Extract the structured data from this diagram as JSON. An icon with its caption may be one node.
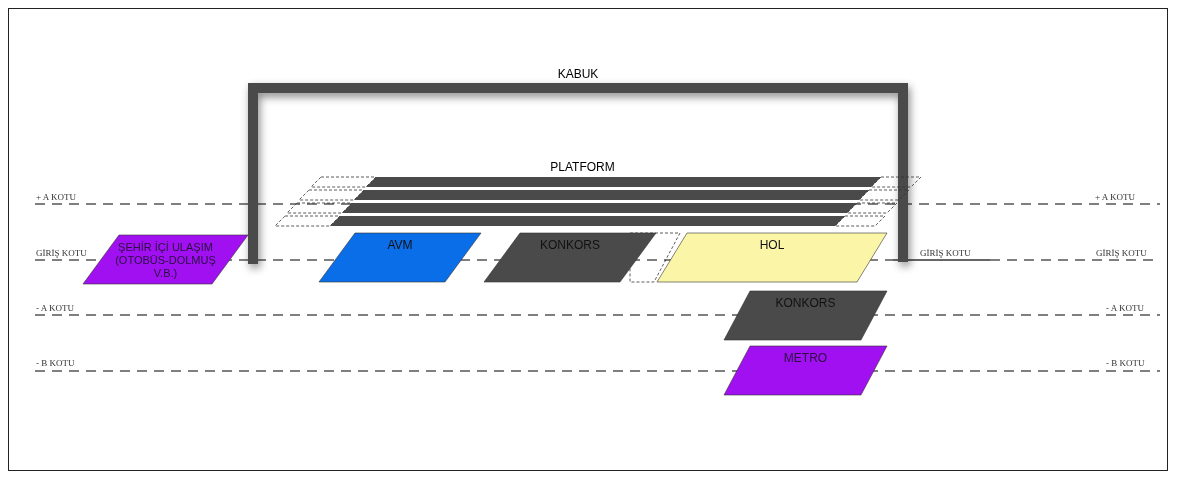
{
  "diagram": {
    "nodes": [
      {
        "text": [
          "KABUK"
        ]
      },
      {
        "text": [
          "PLATFORM"
        ],
        "in": 0
      },
      {
        "text": [
          "ŞEHİR İÇİ ULAŞIM (OTOBÜS-DOLMUŞ V.B.)"
        ]
      },
      {
        "text": [
          "AVM"
        ]
      },
      {
        "text": [
          "KONKORS"
        ]
      },
      {
        "text": [
          "HOL"
        ]
      },
      {
        "text": [
          "KONKORS"
        ]
      },
      {
        "text": [
          "METRO"
        ]
      }
    ],
    "labels": [
      "+ A KOTU",
      "+ A KOTU",
      "GİRİŞ KOTU",
      "GİRİŞ KOTU",
      "GİRİŞ KOTU",
      "- A KOTU",
      "- A KOTU",
      "- B KOTU",
      "- B KOTU"
    ]
  }
}
